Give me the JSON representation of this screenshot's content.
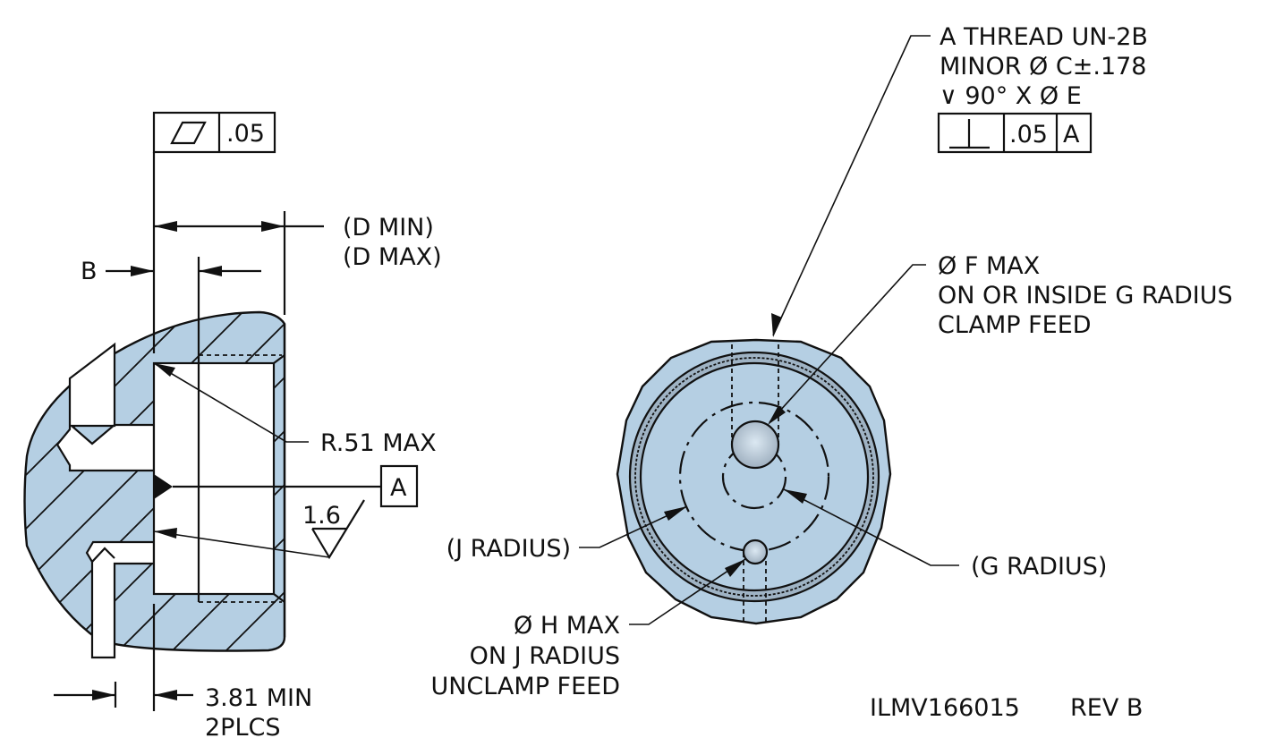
{
  "drawing": {
    "number": "ILMV166015",
    "revision": "REV B",
    "colors": {
      "material": "#b5cfe3",
      "line": "#111111",
      "ring": "#9fb3c4"
    }
  },
  "section_view": {
    "flatness_frame": {
      "symbol": "flatness-icon",
      "tolerance": ".05"
    },
    "dimension_b": "B",
    "dimension_d": [
      "(D MIN)",
      "(D MAX)"
    ],
    "radius_note": "R.51 MAX",
    "datum": "A",
    "surface_finish": "1.6",
    "wall_dimension": [
      "3.81 MIN",
      "2PLCS"
    ]
  },
  "plan_view": {
    "thread_note": [
      "A THREAD UN-2B",
      "MINOR Ø C±.178",
      "∨ 90° X Ø E"
    ],
    "perpendicularity_frame": {
      "symbol": "perpendicularity-icon",
      "tolerance": ".05",
      "datum": "A"
    },
    "feed_f_note": [
      "Ø F MAX",
      "ON OR INSIDE G RADIUS",
      "CLAMP FEED"
    ],
    "j_radius": "(J RADIUS)",
    "g_radius": "(G RADIUS)",
    "feed_h_note": [
      "Ø H MAX",
      "ON J RADIUS",
      "UNCLAMP FEED"
    ]
  }
}
